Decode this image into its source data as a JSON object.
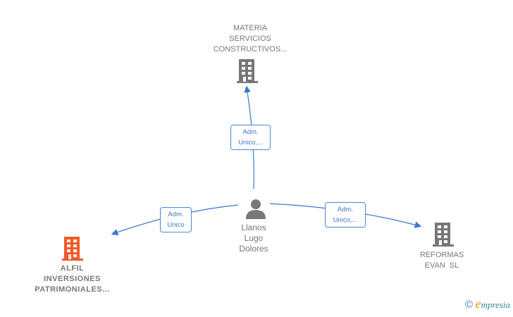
{
  "nodes": {
    "materia": {
      "lines": [
        "MATERIA",
        "SERVICIOS",
        "CONSTRUCTIVOS..."
      ],
      "icon": "building-icon",
      "color": "#777777"
    },
    "alfil": {
      "lines": [
        "ALFIL",
        "INVERSIONES",
        "PATRIMONIALES..."
      ],
      "icon": "building-icon",
      "color": "#f05a28"
    },
    "reformas": {
      "lines": [
        "REFORMAS",
        "EVAN  SL"
      ],
      "icon": "building-icon",
      "color": "#777777"
    },
    "person": {
      "lines": [
        "Llanos",
        "Lugo",
        "Dolores"
      ],
      "icon": "person-icon",
      "color": "#777777"
    }
  },
  "edges": {
    "to_materia": [
      "Adm.",
      "Unico,..."
    ],
    "to_alfil": [
      "Adm.",
      "Unico"
    ],
    "to_reformas": [
      "Adm.",
      "Unico,..."
    ]
  },
  "edge_color": "#3a78d0",
  "footer": {
    "copyright": "©",
    "brand_initial": "e",
    "brand_rest": "mpresia"
  }
}
